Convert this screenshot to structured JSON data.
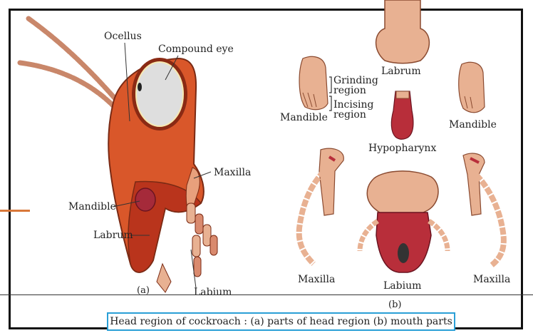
{
  "figure": {
    "caption": "Head region of cockroach :  (a) parts of head region  (b) mouth parts",
    "panel_a": {
      "letter": "(a)",
      "labels": {
        "ocellus": "Ocellus",
        "compound_eye": "Compound  eye",
        "maxilla": "Maxilla",
        "mandible": "Mandible",
        "labrum": "Labrum",
        "labium": "Labium"
      }
    },
    "panel_b": {
      "letter": "(b)",
      "labels": {
        "labrum": "Labrum",
        "grinding_region": "Grinding region",
        "incising_region": "Incising region",
        "mandible_left": "Mandible",
        "mandible_right": "Mandible",
        "hypopharynx": "Hypopharynx",
        "maxilla_left": "Maxilla",
        "maxilla_right": "Maxilla",
        "labium": "Labium"
      }
    }
  },
  "colors": {
    "head_orange": "#d9572a",
    "head_dark": "#b9341c",
    "eye_fill": "#dedede",
    "appendage": "#e8b192",
    "mouthpart_red": "#b82e3a",
    "caption_border": "#2a9fd6"
  }
}
